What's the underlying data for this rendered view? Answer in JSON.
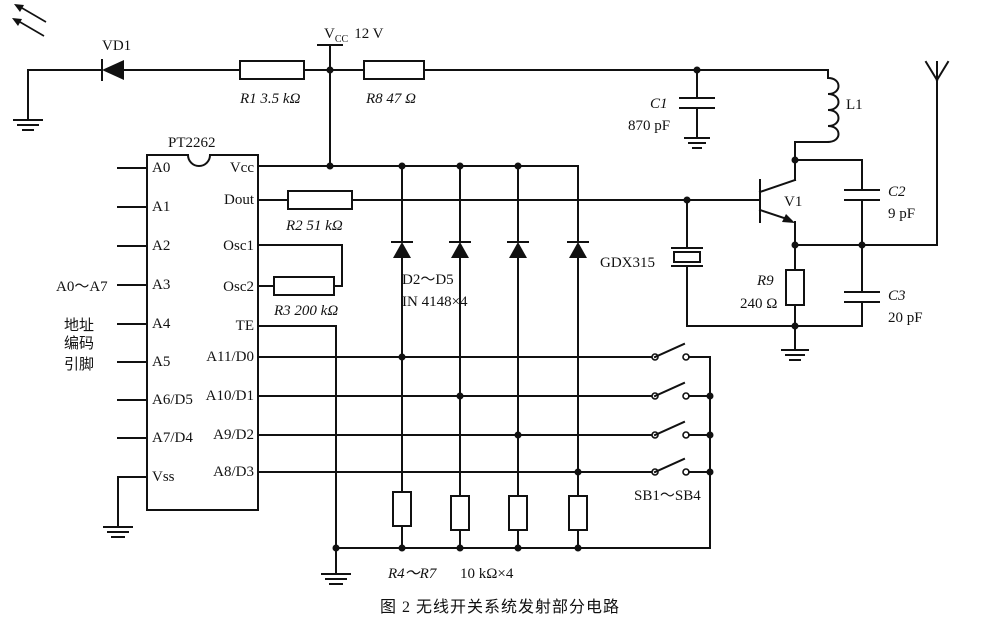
{
  "ic": {
    "name": "PT2262",
    "left_pins": [
      "A0",
      "A1",
      "A2",
      "A3",
      "A4",
      "A5",
      "A6/D5",
      "A7/D4",
      "Vss"
    ],
    "right_pins": [
      "Vcc",
      "Dout",
      "Osc1",
      "Osc2",
      "TE",
      "A11/D0",
      "A10/D1",
      "A9/D2",
      "A8/D3"
    ]
  },
  "labels": {
    "vcc_label": "V",
    "vcc_sub": "CC",
    "vcc_value": "12 V",
    "vd1": "VD1",
    "r1": "R1 3.5 kΩ",
    "r8": "R8 47 Ω",
    "r2": "R2 51 kΩ",
    "r3": "R3 200 kΩ",
    "c1_name": "C1",
    "c1_value": "870 pF",
    "l1": "L1",
    "c2_name": "C2",
    "c2_value": "9 pF",
    "v1": "V1",
    "gdx": "GDX315",
    "r9_name": "R9",
    "r9_value": "240 Ω",
    "c3_name": "C3",
    "c3_value": "20 pF",
    "diodes_1": "D2～D5",
    "diodes_2": "IN 4148×4",
    "addr_1": "A0～A7",
    "addr_2": "地址",
    "addr_3": "编码",
    "addr_4": "引脚",
    "sb": "SB1～SB4",
    "r47": "R4～R7",
    "r47_value": "10 kΩ×4"
  },
  "caption": "图 2 无线开关系统发射部分电路"
}
